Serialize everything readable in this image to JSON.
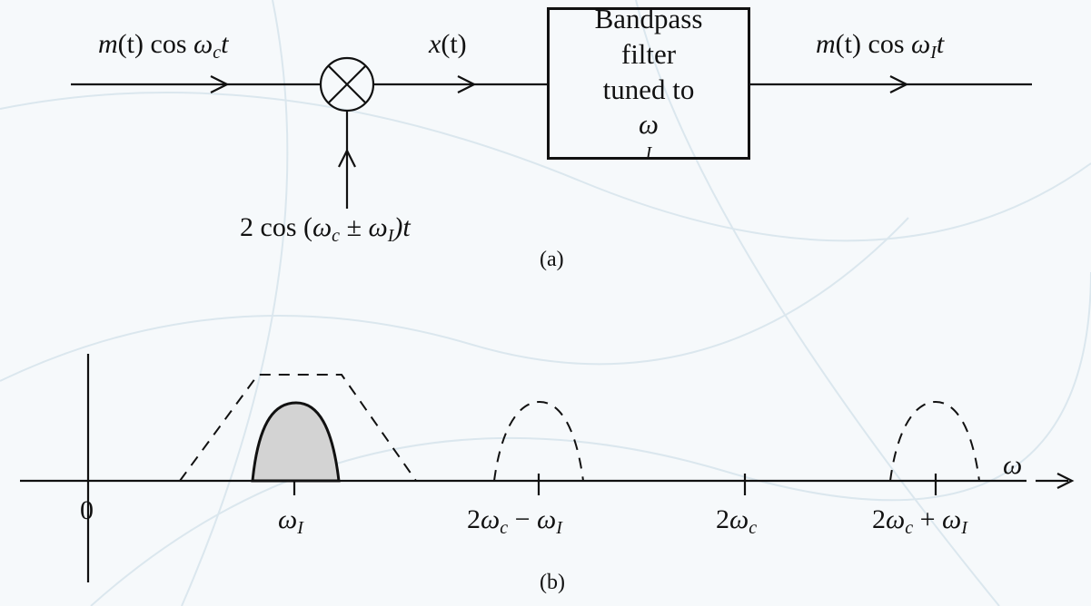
{
  "panel_a": {
    "input_label": {
      "pre": "m",
      "paren": "(t)",
      "mid": " cos ",
      "omega": "ω",
      "sub": "c",
      "t": "t"
    },
    "mixer_output_label": {
      "x": "x",
      "paren": "(t)"
    },
    "filter_box": {
      "line1": "Bandpass",
      "line2": "filter",
      "line3_pre": "tuned to ",
      "omega": "ω",
      "sub": "I"
    },
    "output_label": {
      "pre": "m",
      "paren": "(t)",
      "mid": " cos ",
      "omega": "ω",
      "sub": "I",
      "t": "t"
    },
    "oscillator_label": {
      "pre": "2 cos (",
      "omega1": "ω",
      "sub1": "c",
      "pm": " ± ",
      "omega2": "ω",
      "sub2": "I",
      "post": ")t"
    },
    "caption": "(a)"
  },
  "panel_b": {
    "axis_label": "ω",
    "zero_label": "0",
    "ticks": [
      {
        "omega": "ω",
        "sub": "I",
        "extra": ""
      },
      {
        "pre": "2",
        "omega": "ω",
        "sub": "c",
        "op": " − ",
        "omega2": "ω",
        "sub2": "I"
      },
      {
        "pre": "2",
        "omega": "ω",
        "sub": "c"
      },
      {
        "pre": "2",
        "omega": "ω",
        "sub": "c",
        "op": " + ",
        "omega2": "ω",
        "sub2": "I"
      }
    ],
    "caption": "(b)"
  },
  "colors": {
    "ink": "#111111",
    "spectrum_fill": "#d3d3d3",
    "background": "#f6f9fb"
  }
}
